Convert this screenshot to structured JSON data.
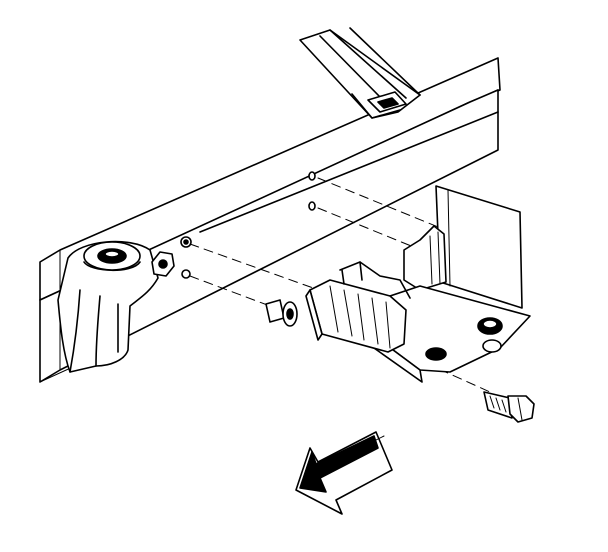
{
  "diagram": {
    "kind": "exploded-view line drawing",
    "line_color": "#000000",
    "background_color": "#ffffff",
    "parts": [
      "frame-rail",
      "crossmember",
      "body-mount-bracket",
      "mounting-bracket",
      "bushing",
      "nut",
      "bolt"
    ],
    "icons": [
      "front-direction-arrow-icon"
    ]
  }
}
